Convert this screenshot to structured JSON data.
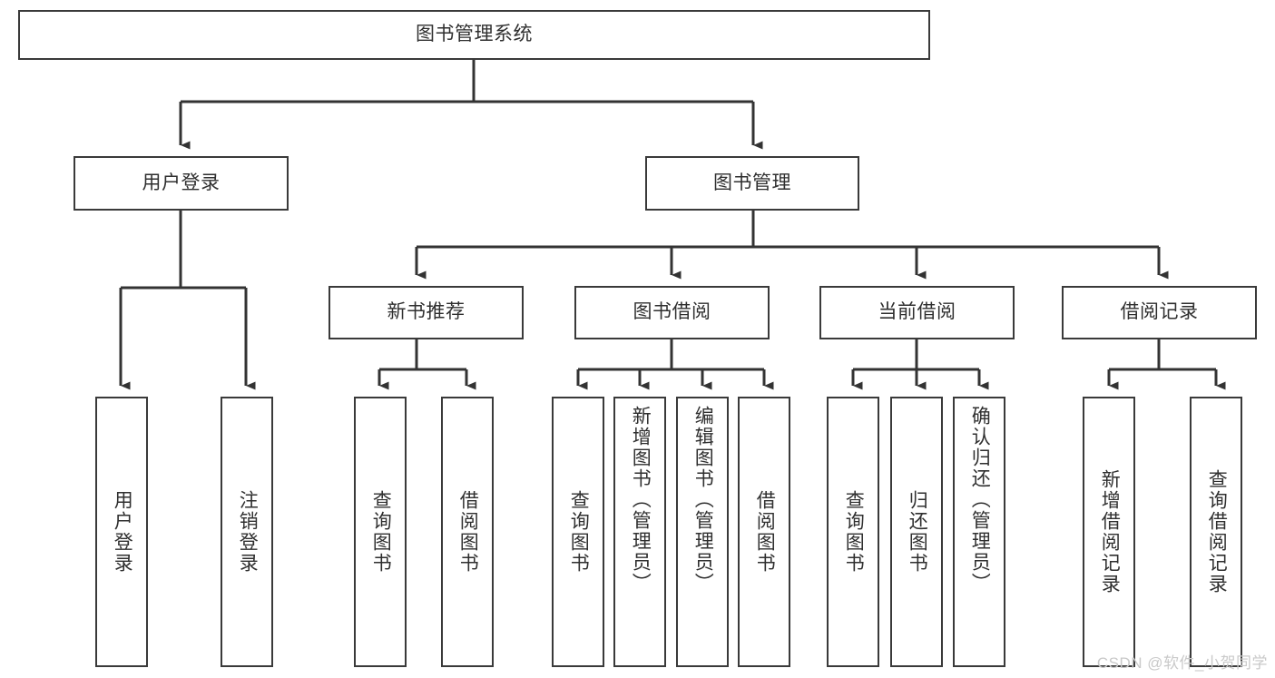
{
  "diagram": {
    "type": "tree-hierarchy",
    "title": "图书管理系统",
    "orientation": "top-down",
    "colors": {
      "box_border": "#3a3a3a",
      "box_fill": "#ffffff",
      "connector": "#333333",
      "text": "#2f2f2f",
      "watermark": "#c9c9c9"
    },
    "root": {
      "label": "图书管理系统"
    },
    "level2": [
      {
        "label": "用户登录"
      },
      {
        "label": "图书管理"
      }
    ],
    "level3": [
      {
        "label": "新书推荐"
      },
      {
        "label": "图书借阅"
      },
      {
        "label": "当前借阅"
      },
      {
        "label": "借阅记录"
      }
    ],
    "leaves": {
      "user_login": [
        {
          "label": "用户登录"
        },
        {
          "label": "注销登录"
        }
      ],
      "new_book_recommend": [
        {
          "label": "查询图书"
        },
        {
          "label": "借阅图书"
        }
      ],
      "book_borrow": [
        {
          "label": "查询图书"
        },
        {
          "label": "新增图书（管理员）"
        },
        {
          "label": "编辑图书（管理员）"
        },
        {
          "label": "借阅图书"
        }
      ],
      "current_borrow": [
        {
          "label": "查询图书"
        },
        {
          "label": "归还图书"
        },
        {
          "label": "确认归还（管理员）"
        }
      ],
      "borrow_record": [
        {
          "label": "新增借阅记录"
        },
        {
          "label": "查询借阅记录"
        }
      ]
    }
  },
  "watermark": {
    "text": "CSDN @软件_小贺同学"
  }
}
